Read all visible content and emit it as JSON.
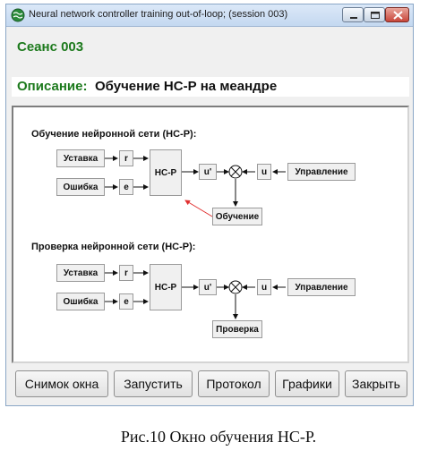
{
  "window": {
    "title": "Neural network controller training out-of-loop; (session 003)",
    "session_label": "Сеанс 003",
    "description_label": "Описание:",
    "description_value": "Обучение НС-Р на меандре"
  },
  "diagram": {
    "training": {
      "title": "Обучение нейронной сети (НС-Р):",
      "setpoint": "Уставка",
      "error": "Ошибка",
      "r": "r",
      "e": "e",
      "nsr": "НС-Р",
      "u_star": "u'",
      "u": "u",
      "control": "Управление",
      "action": "Обучение"
    },
    "testing": {
      "title": "Проверка нейронной сети (НС-Р):",
      "setpoint": "Уставка",
      "error": "Ошибка",
      "r": "r",
      "e": "e",
      "nsr": "НС-Р",
      "u_star": "u'",
      "u": "u",
      "control": "Управление",
      "action": "Проверка"
    }
  },
  "buttons": {
    "snapshot": "Снимок окна",
    "run": "Запустить",
    "protocol": "Протокол",
    "graphs": "Графики",
    "close": "Закрыть"
  },
  "caption": "Рис.10 Окно обучения НС-Р.",
  "colors": {
    "accent_green": "#1d7a1d",
    "arrow_red": "#e03030"
  }
}
